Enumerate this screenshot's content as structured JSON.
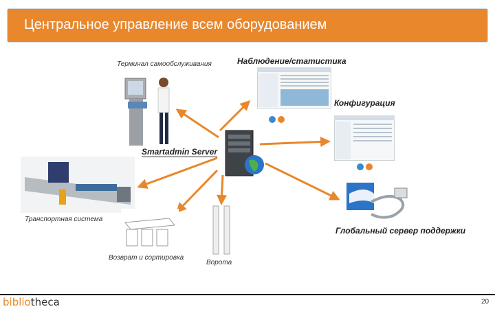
{
  "header": {
    "title": "Центральное управление всем оборудованием"
  },
  "nodes": {
    "terminal": "Терминал самообслуживания",
    "monitoring": "Наблюдение/статистика",
    "configuration": "Конфигурация",
    "server": "Smartadmin Server",
    "transport": "Транспортная система",
    "global_server": "Глобальный сервер поддержки",
    "return_sort": "Возврат и сортировка",
    "gates": "Ворота"
  },
  "footer": {
    "logo_part1": "biblio",
    "logo_part2": "theca",
    "page_number": "20"
  },
  "colors": {
    "accent": "#e8872c",
    "arrow": "#e8872c"
  }
}
